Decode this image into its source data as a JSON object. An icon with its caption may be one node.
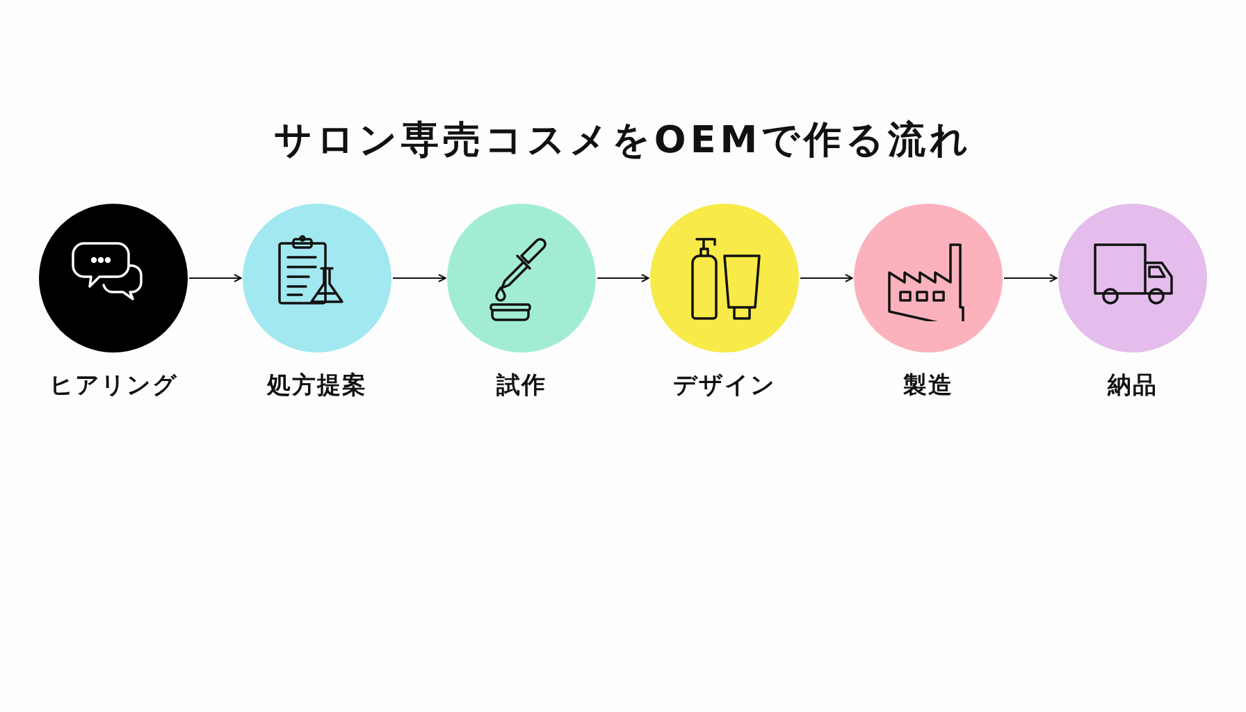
{
  "diagram": {
    "title": "サロン専売コスメをOEMで作る流れ",
    "nodes": [
      {
        "text": [
          "ヒアリング"
        ]
      },
      {
        "text": [
          "処方提案"
        ]
      },
      {
        "text": [
          "試作"
        ]
      },
      {
        "text": [
          "デザイン"
        ]
      },
      {
        "text": [
          "製造"
        ]
      },
      {
        "text": [
          "納品"
        ]
      }
    ],
    "edges": [
      {
        "from": 0,
        "to": 1,
        "arrow": "to"
      },
      {
        "from": 1,
        "to": 2,
        "arrow": "to"
      },
      {
        "from": 2,
        "to": 3,
        "arrow": "to"
      },
      {
        "from": 3,
        "to": 4,
        "arrow": "to"
      },
      {
        "from": 4,
        "to": 5,
        "arrow": "to"
      }
    ]
  }
}
